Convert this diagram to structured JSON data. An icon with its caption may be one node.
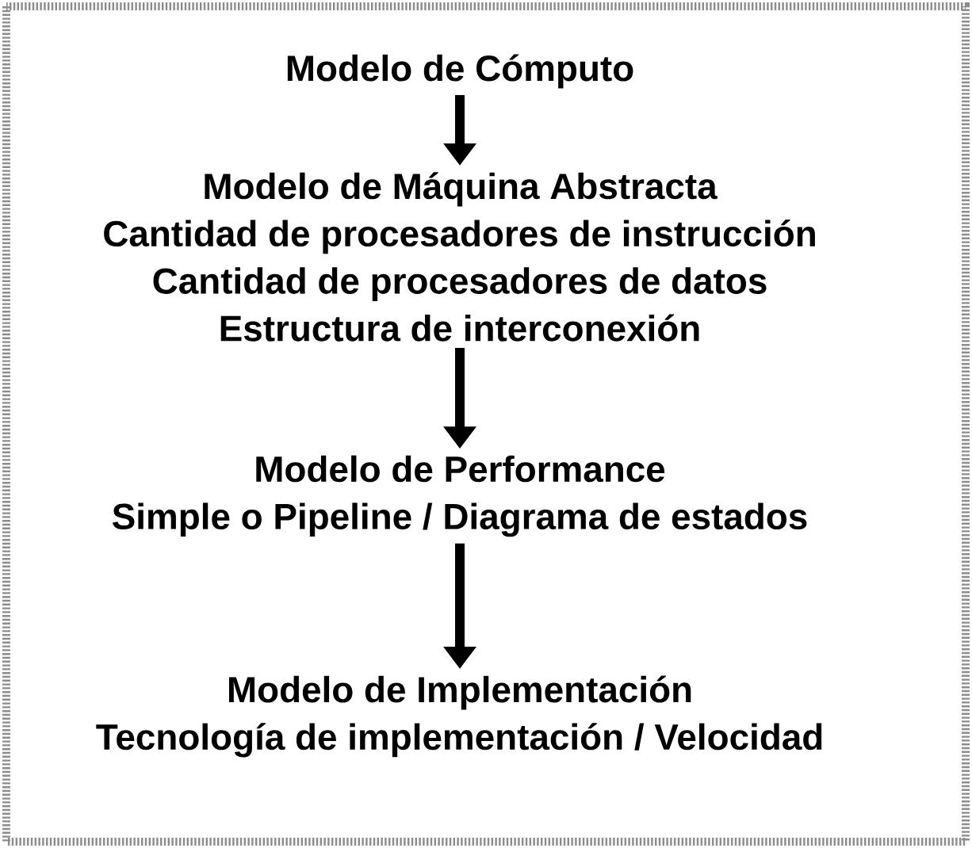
{
  "diagram": {
    "nodes": [
      {
        "text": [
          "Modelo de Cómputo"
        ]
      },
      {
        "text": [
          "Modelo de Máquina Abstracta",
          "Cantidad de procesadores de instrucción",
          "Cantidad de procesadores de datos",
          "Estructura de interconexión"
        ]
      },
      {
        "text": [
          "Modelo de Performance",
          "Simple o Pipeline / Diagrama de estados"
        ]
      },
      {
        "text": [
          "Modelo de Implementación",
          "Tecnología de implementación / Velocidad"
        ]
      }
    ],
    "edges": [
      {
        "from": 0,
        "to": 1,
        "arrow": "to"
      },
      {
        "from": 1,
        "to": 2,
        "arrow": "to"
      },
      {
        "from": 2,
        "to": 3,
        "arrow": "to"
      }
    ]
  }
}
